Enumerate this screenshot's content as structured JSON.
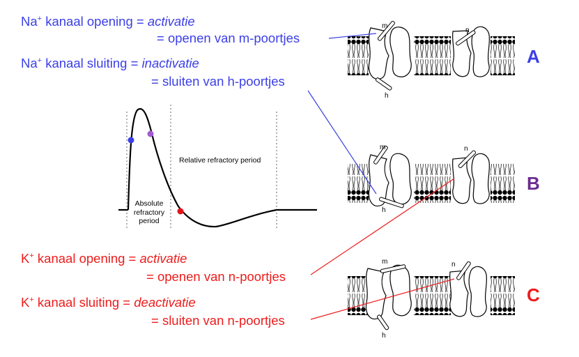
{
  "na_open": {
    "prefix": "Na",
    "sup": "+",
    "main": " kanaal opening = ",
    "em": "activatie",
    "line2": "= openen van m-poortjes"
  },
  "na_close": {
    "prefix": "Na",
    "sup": "+",
    "main": " kanaal sluiting = ",
    "em": "inactivatie",
    "line2": "= sluiten van h-poortjes"
  },
  "k_open": {
    "prefix": "K",
    "sup": "+",
    "main": " kanaal opening = ",
    "em": "activatie",
    "line2": "= openen van n-poortjes"
  },
  "k_close": {
    "prefix": "K",
    "sup": "+",
    "main": " kanaal sluiting = ",
    "em": "deactivatie",
    "line2": "= sluiten van n-poortjes"
  },
  "graph": {
    "relative_label": "Relative refractory period",
    "absolute_label_1": "Absolute",
    "absolute_label_2": "refractory",
    "absolute_label_3": "period"
  },
  "panels": [
    {
      "letter": "A",
      "color": "#3b3fe6"
    },
    {
      "letter": "B",
      "color": "#6b2d90"
    },
    {
      "letter": "C",
      "color": "#ee1c1c"
    }
  ],
  "gate_labels": {
    "m": "m",
    "n": "n",
    "h": "h"
  }
}
